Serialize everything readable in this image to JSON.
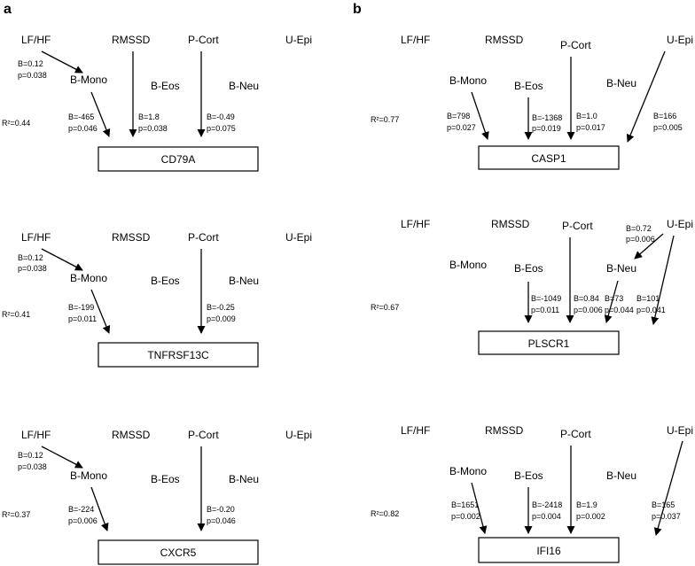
{
  "panels": [
    {
      "id": "a",
      "label": "a"
    },
    {
      "id": "b",
      "label": "b"
    }
  ],
  "labels": {
    "lfhf": "LF/HF",
    "rmssd": "RMSSD",
    "pcort": "P-Cort",
    "uepi": "U-Epi",
    "bmono": "B-Mono",
    "beos": "B-Eos",
    "bneu": "B-Neu"
  },
  "diagrams": [
    {
      "gene": "CD79A",
      "r2": "R²=0.44",
      "paths": [
        {
          "from": "lfhf",
          "to": "bmono",
          "b": "B=0.12",
          "p": "p=0.038"
        },
        {
          "from": "bmono",
          "to": "gene",
          "b": "B=-465",
          "p": "p=0.046"
        },
        {
          "from": "rmssd",
          "to": "gene",
          "b": "B=1.8",
          "p": "p=0.038"
        },
        {
          "from": "pcort",
          "to": "gene",
          "b": "B=-0.49",
          "p": "p=0.075"
        }
      ]
    },
    {
      "gene": "TNFRSF13C",
      "r2": "R²=0.41",
      "paths": [
        {
          "from": "lfhf",
          "to": "bmono",
          "b": "B=0.12",
          "p": "p=0.038"
        },
        {
          "from": "bmono",
          "to": "gene",
          "b": "B=-199",
          "p": "p=0.011"
        },
        {
          "from": "pcort",
          "to": "gene",
          "b": "B=-0.25",
          "p": "p=0.009"
        }
      ]
    },
    {
      "gene": "CXCR5",
      "r2": "R²=0.37",
      "paths": [
        {
          "from": "lfhf",
          "to": "bmono",
          "b": "B=0.12",
          "p": "p=0.038"
        },
        {
          "from": "bmono",
          "to": "gene",
          "b": "B=-224",
          "p": "p=0.006"
        },
        {
          "from": "pcort",
          "to": "gene",
          "b": "B=-0.20",
          "p": "p=0.046"
        }
      ]
    },
    {
      "gene": "CASP1",
      "r2": "R²=0.77",
      "paths": [
        {
          "from": "bmono",
          "to": "gene",
          "b": "B=798",
          "p": "p=0.027"
        },
        {
          "from": "beos",
          "to": "gene",
          "b": "B=-1368",
          "p": "p=0.019"
        },
        {
          "from": "pcort",
          "to": "gene",
          "b": "B=1.0",
          "p": "p=0.017"
        },
        {
          "from": "uepi",
          "to": "gene",
          "b": "B=166",
          "p": "p=0.005"
        }
      ]
    },
    {
      "gene": "PLSCR1",
      "r2": "R²=0.67",
      "paths": [
        {
          "from": "uepi",
          "to": "bneu",
          "b": "B=0.72",
          "p": "p=0.006"
        },
        {
          "from": "beos",
          "to": "gene",
          "b": "B=-1049",
          "p": "p=0.011"
        },
        {
          "from": "pcort",
          "to": "gene",
          "b": "B=0.84",
          "p": "p=0.006"
        },
        {
          "from": "bneu",
          "to": "gene",
          "b": "B=73",
          "p": "p=0.044"
        },
        {
          "from": "uepi",
          "to": "gene",
          "b": "B=101",
          "p": "p=0.041"
        }
      ]
    },
    {
      "gene": "IFI16",
      "r2": "R²=0.82",
      "paths": [
        {
          "from": "bmono",
          "to": "gene",
          "b": "B=1651",
          "p": "p=0.002"
        },
        {
          "from": "beos",
          "to": "gene",
          "b": "B=-2418",
          "p": "p=0.004"
        },
        {
          "from": "pcort",
          "to": "gene",
          "b": "B=1.9",
          "p": "p=0.002"
        },
        {
          "from": "uepi",
          "to": "gene",
          "b": "B=165",
          "p": "p=0.037"
        }
      ]
    }
  ]
}
